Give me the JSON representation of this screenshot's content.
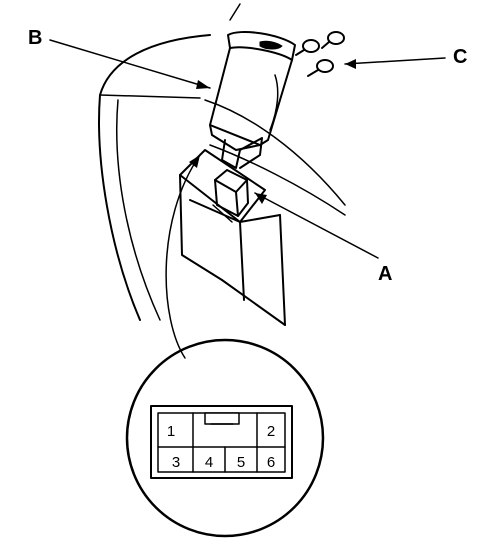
{
  "callouts": {
    "a": "A",
    "b": "B",
    "c": "C"
  },
  "connector_pins": [
    "1",
    "2",
    "3",
    "4",
    "5",
    "6"
  ],
  "colors": {
    "ink": "#000000",
    "paper": "#ffffff"
  }
}
